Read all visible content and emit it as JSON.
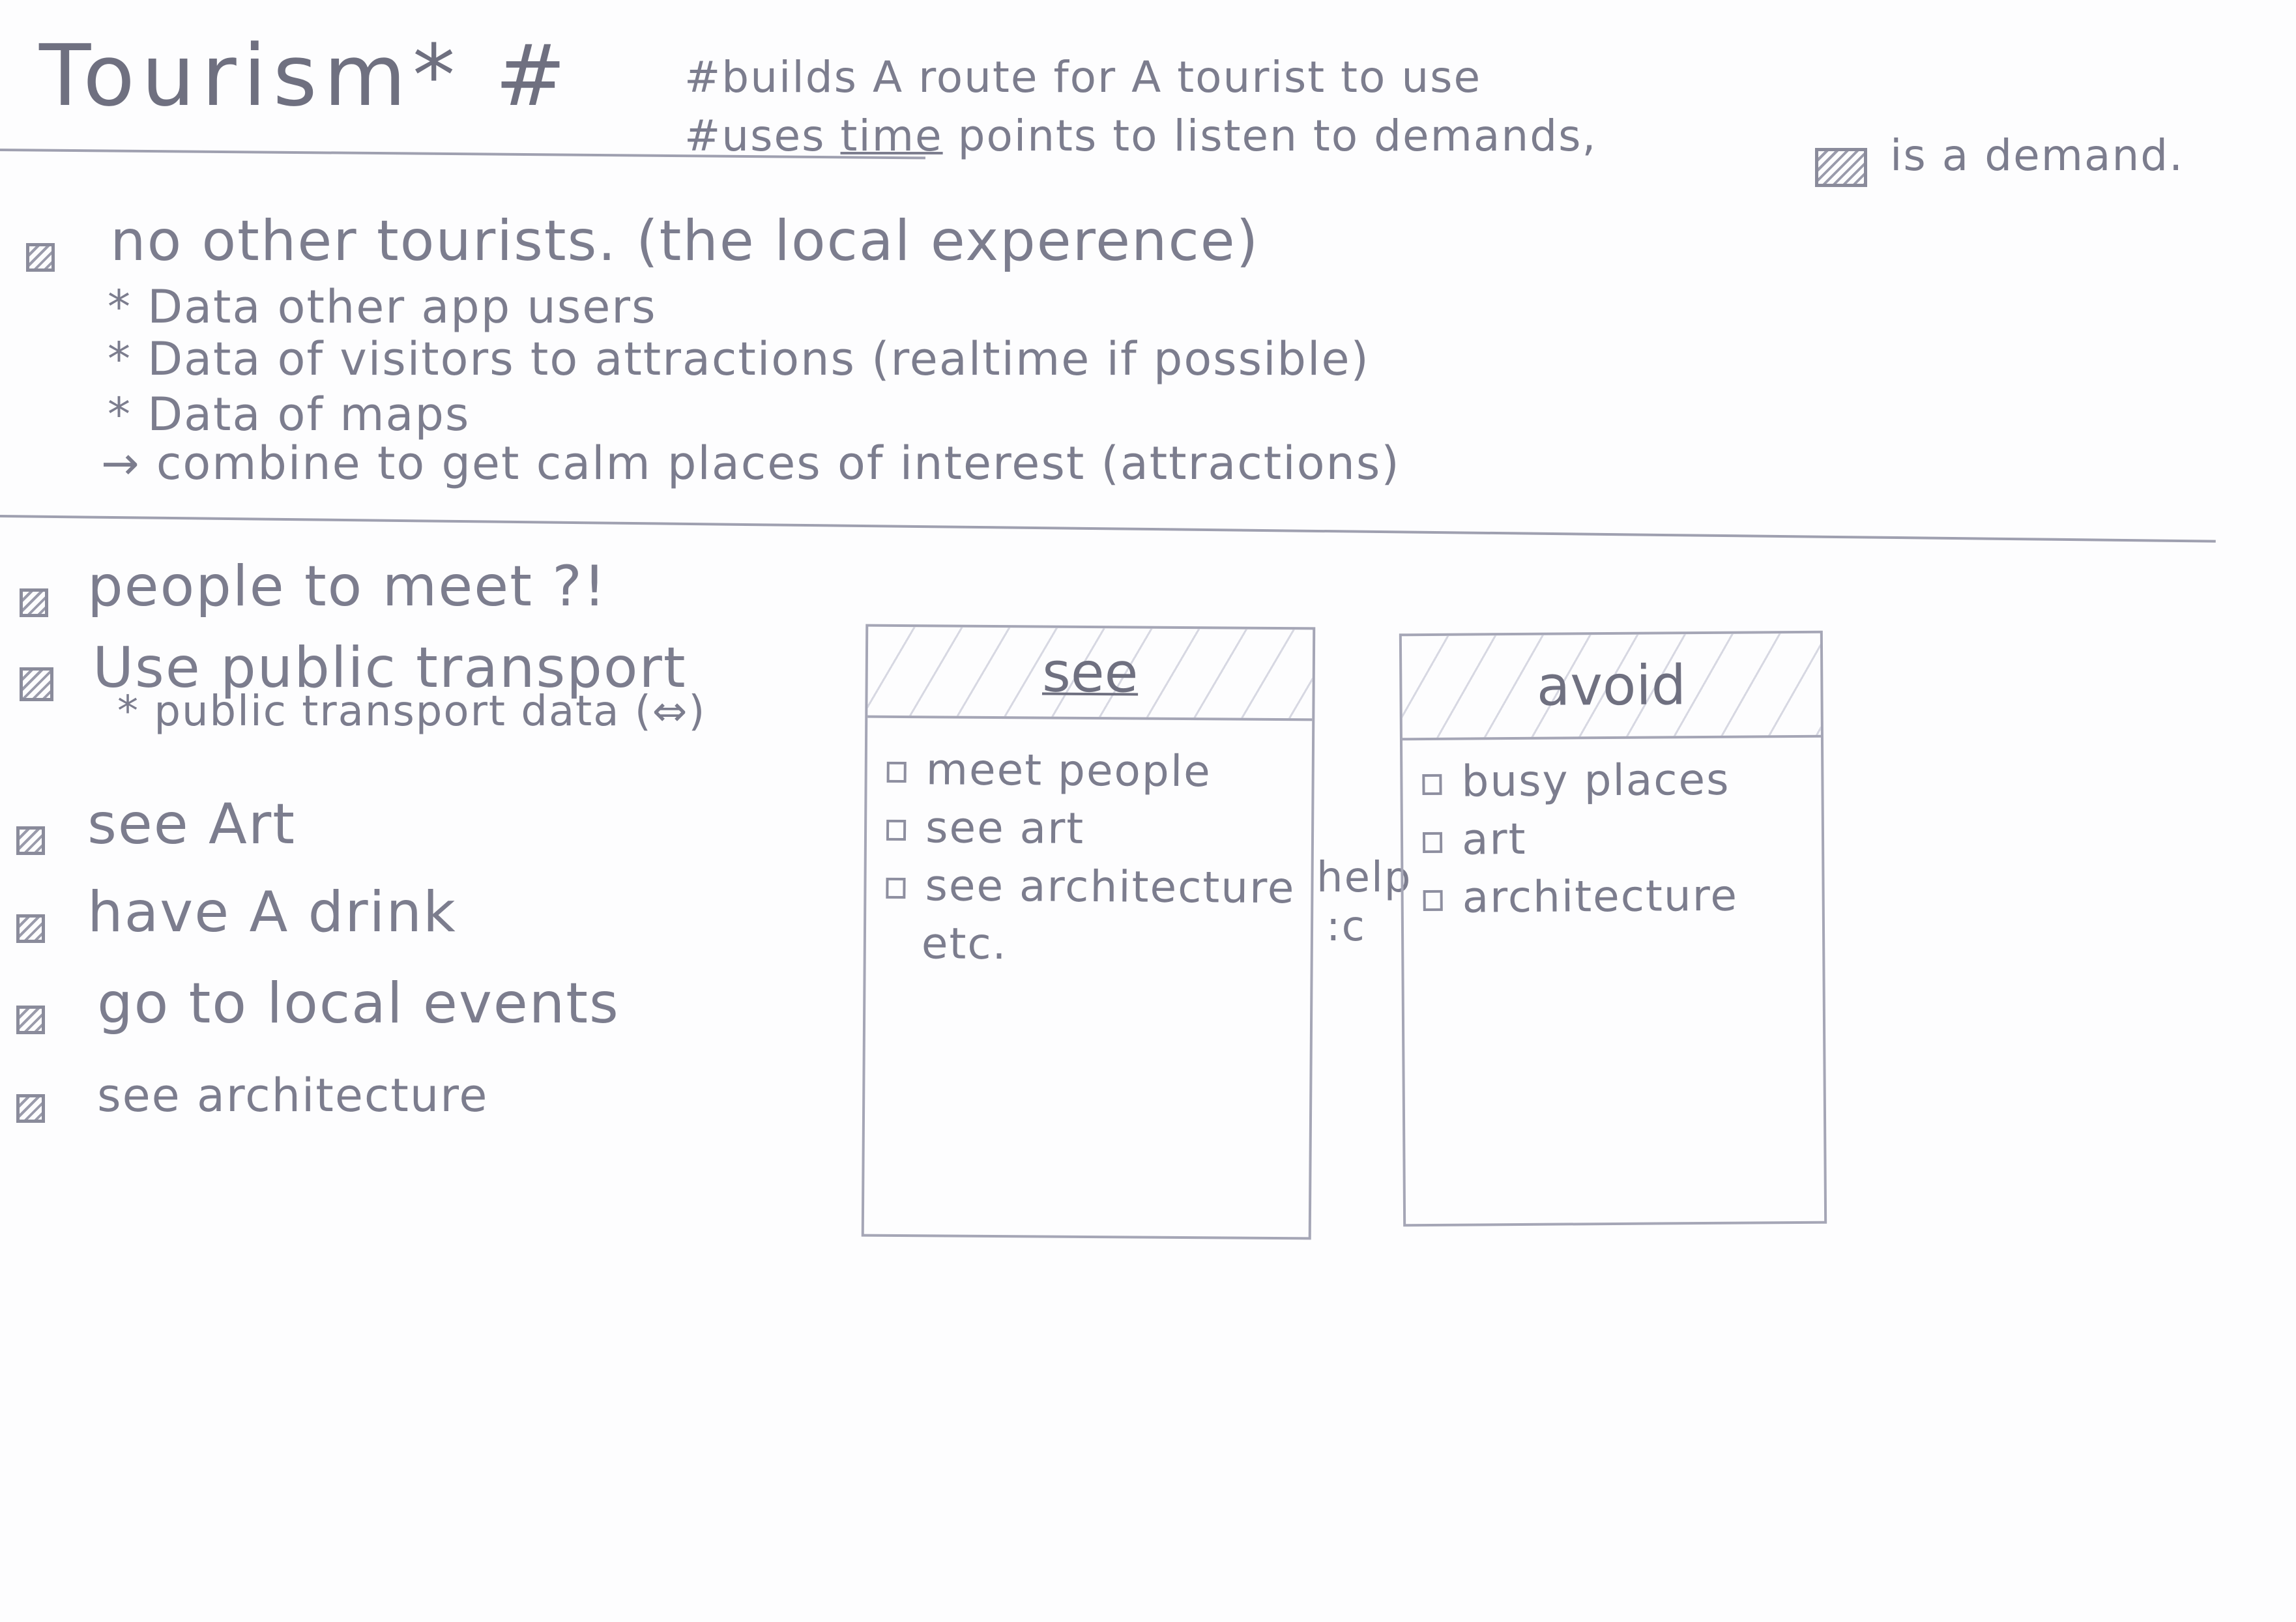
{
  "header": {
    "title": "Tourism* #",
    "note_line1": "#builds A route for A tourist to use",
    "note_line2_prefix": "#uses",
    "note_line2_keyword": "time",
    "note_line2_suffix": "points to listen to demands,",
    "legend_text": "is a demand."
  },
  "section1": {
    "demand": "no other tourists. (the local experence)",
    "bullets": [
      "* Data other app users",
      "* Data of visitors to attractions (realtime if possible)",
      "* Data of maps"
    ],
    "conclusion": "→ combine to get calm places of interest (attractions)"
  },
  "section2": {
    "demands": [
      "people to meet ?!",
      "Use public transport",
      "see Art",
      "have A drink",
      "go to local events",
      "see architecture"
    ],
    "transport_note": "* public transport data (⇔)"
  },
  "panels": {
    "see": {
      "title": "see",
      "items": [
        "meet people",
        "see art",
        "see architecture"
      ],
      "more": "etc.",
      "side_note_line1": "help",
      "side_note_line2": ":c"
    },
    "avoid": {
      "title": "avoid",
      "items": [
        "busy places",
        "art",
        "architecture"
      ]
    }
  },
  "colors": {
    "pencil": "#7c7d8e",
    "paper": "#fdfdfe"
  }
}
